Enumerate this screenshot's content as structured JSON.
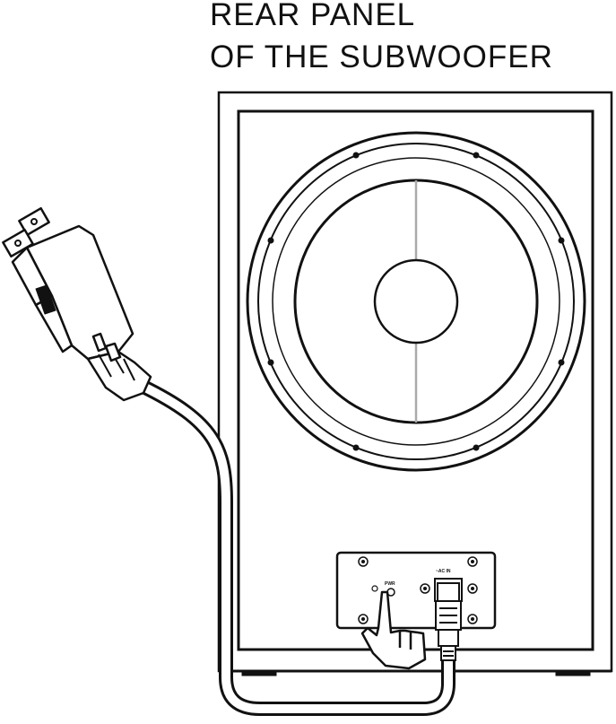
{
  "diagram": {
    "title_line1": "REAR PANEL",
    "title_line2": "OF THE SUBWOOFER",
    "panel_label_power": "PWR",
    "panel_label_ac_in": "~AC IN"
  },
  "colors": {
    "line": "#111111",
    "cable_gray": "#888888",
    "cone_divider": "#aaaaaa"
  },
  "icons": [
    "power-plug-icon",
    "hand-pointer-icon",
    "iec-connector-icon"
  ]
}
